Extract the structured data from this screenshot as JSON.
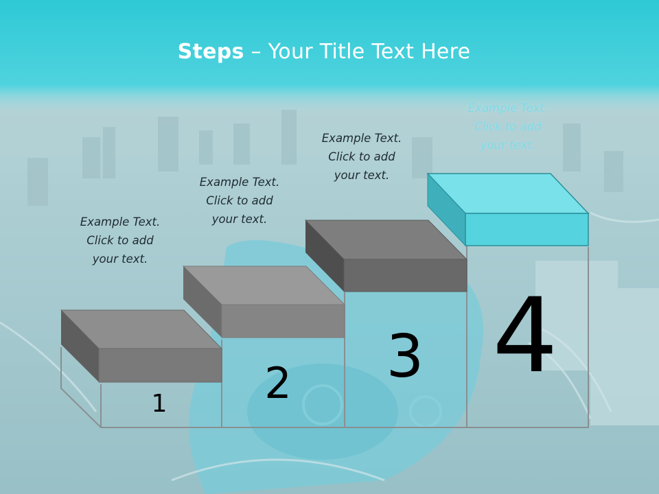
{
  "title": {
    "bold": "Steps",
    "rest": " – Your Title Text Here"
  },
  "steps": [
    {
      "number": "1",
      "caption": [
        "Example Text.",
        "Click  to add",
        "your text."
      ]
    },
    {
      "number": "2",
      "caption": [
        "Example Text.",
        "Click  to add",
        "your text."
      ]
    },
    {
      "number": "3",
      "caption": [
        "Example Text.",
        "Click  to add",
        "your text."
      ]
    },
    {
      "number": "4",
      "caption": [
        "Example Text.",
        "Click  to add",
        "your text."
      ]
    }
  ],
  "colors": {
    "header_top": "#2ec9d6",
    "header_bottom": "#7fdbe4",
    "photo_tint": "#a9cfd4",
    "water": "#5fc9dc",
    "block_gray_top": "#8e8e8e",
    "block_gray_front": "#7a7a7a",
    "block_gray_side": "#5e5e5e",
    "block_accent_top": "#78e1ea",
    "block_accent_front": "#55d3de",
    "block_accent_side": "#3fb0bb",
    "frame_line": "#8a8f92"
  }
}
